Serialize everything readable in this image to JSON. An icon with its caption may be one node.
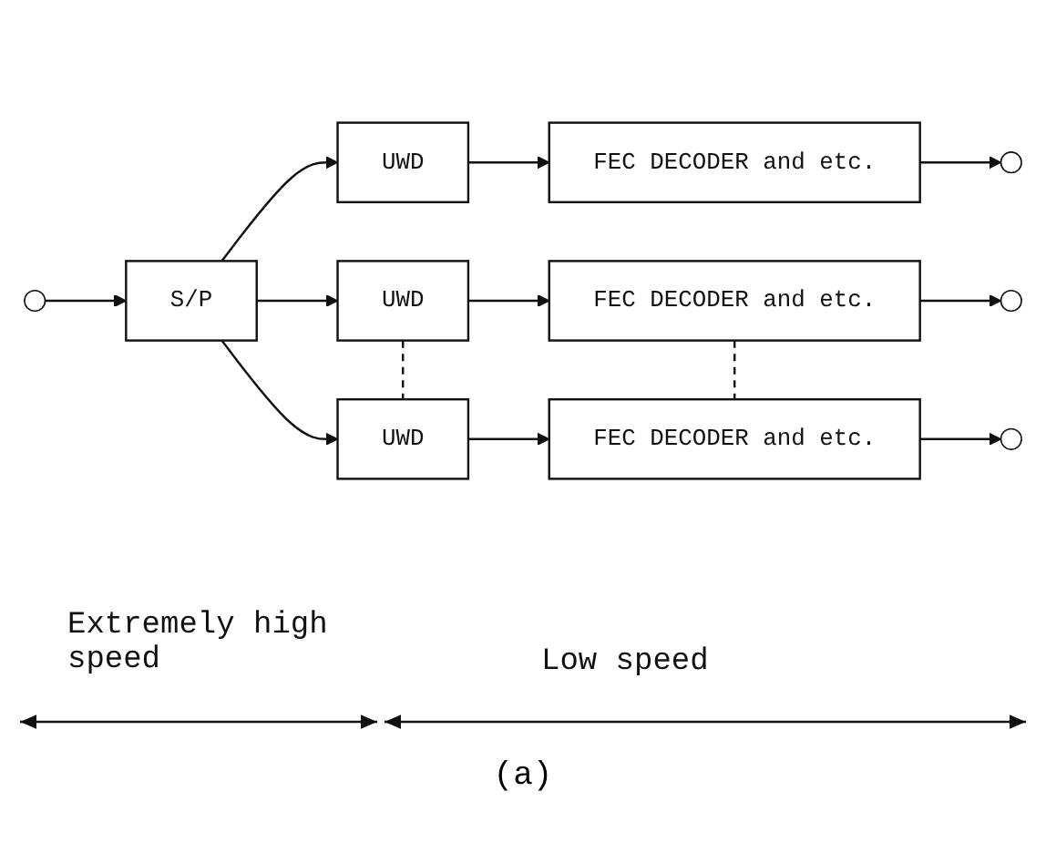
{
  "diagram": {
    "caption": "(a)",
    "nodes": [
      {
        "text": [
          "S/P"
        ]
      },
      {
        "text": [
          "UWD"
        ]
      },
      {
        "text": [
          "FEC DECODER and etc."
        ]
      },
      {
        "text": [
          "UWD"
        ]
      },
      {
        "text": [
          "FEC DECODER and etc."
        ]
      },
      {
        "text": [
          "UWD"
        ]
      },
      {
        "text": [
          "FEC DECODER and etc."
        ]
      }
    ],
    "edges": [
      {
        "from": null,
        "to": 0,
        "arrow": "to"
      },
      {
        "from": 0,
        "to": 1,
        "arrow": "to"
      },
      {
        "from": 0,
        "to": 3,
        "arrow": "to"
      },
      {
        "from": 0,
        "to": 5,
        "arrow": "to"
      },
      {
        "from": 1,
        "to": 2,
        "arrow": "to"
      },
      {
        "from": 3,
        "to": 4,
        "arrow": "to"
      },
      {
        "from": 5,
        "to": 6,
        "arrow": "to"
      },
      {
        "from": 2,
        "to": null,
        "arrow": "to"
      },
      {
        "from": 4,
        "to": null,
        "arrow": "to"
      },
      {
        "from": 6,
        "to": null,
        "arrow": "to"
      },
      {
        "from": 3,
        "to": 5,
        "arrow": "none",
        "style": "dashed"
      },
      {
        "from": 4,
        "to": 6,
        "arrow": "none",
        "style": "dashed"
      }
    ],
    "labels": [
      "Extremely high speed",
      "Low speed"
    ]
  }
}
